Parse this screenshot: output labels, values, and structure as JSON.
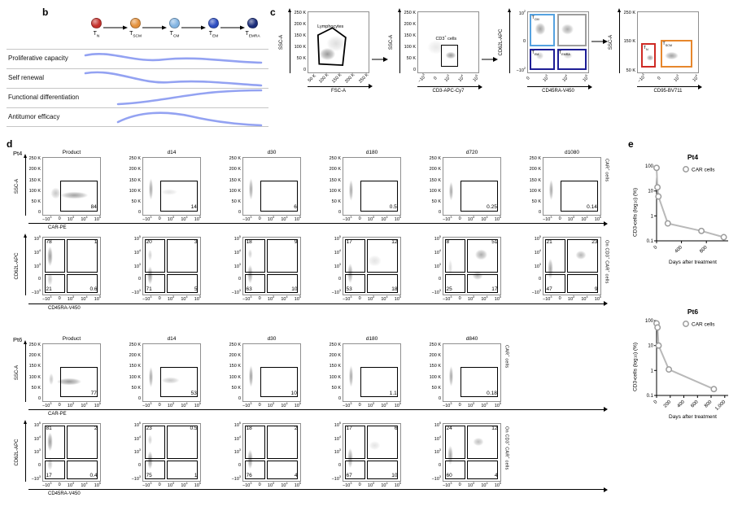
{
  "labels": {
    "b": "b",
    "c": "c",
    "d": "d",
    "e": "e"
  },
  "panel_b": {
    "cells": [
      {
        "label": "T~N~",
        "color": "#c4302b"
      },
      {
        "label": "T~SCM~",
        "color": "#e3903b"
      },
      {
        "label": "T~CM~",
        "color": "#82b4e2"
      },
      {
        "label": "T~EM~",
        "color": "#2d4dc0"
      },
      {
        "label": "T~EMRA~",
        "color": "#1b2d7a"
      }
    ],
    "attributes": [
      "Proliferative capacity",
      "Self renewal",
      "Functional differentiation",
      "Antitumor efficacy"
    ]
  },
  "panel_c": {
    "plots": [
      {
        "ylabel": "SSC-A",
        "xlabel": "FSC-A",
        "yticks": [
          "250 K",
          "200 K",
          "150 K",
          "100 K",
          "50 K",
          "0"
        ],
        "xticks": [
          "50 K",
          "100 K",
          "150 K",
          "200 K",
          "250 K"
        ],
        "gate_label": "Lymphocytes"
      },
      {
        "ylabel": "SSC-A",
        "xlabel": "CD3-APC-Cy7",
        "yticks": [
          "250 K",
          "200 K",
          "150 K",
          "100 K",
          "50 K",
          "0"
        ],
        "xticks": [
          "−10^3^",
          "0",
          "10^3^",
          "10^4^",
          "10^5^"
        ],
        "gate_label": "CD3^+^ cells"
      },
      {
        "ylabel": "CD62L-APC",
        "xlabel": "CD45RA-V450",
        "yticks": [
          "10^2^",
          "0",
          "−10^2^"
        ],
        "xticks": [
          "0",
          "10^3^",
          "10^4^",
          "10^5^"
        ],
        "gates": [
          {
            "label": "T~CM~",
            "color": "#55a2e0"
          },
          {
            "label": "",
            "color": "#9d9d9d"
          },
          {
            "label": "T~EM~",
            "color": "#1e1e96"
          },
          {
            "label": "T~EMRA~",
            "color": "#1e1e96"
          }
        ]
      },
      {
        "ylabel": "SSC-A",
        "xlabel": "CD95-BV711",
        "yticks": [
          "250 K",
          "150 K",
          "50 K"
        ],
        "xticks": [
          "−10^3^",
          "0",
          "10^3^",
          "10^4^"
        ],
        "gates": [
          {
            "label": "T~N~",
            "color": "#ce2a24"
          },
          {
            "label": "T~SCM~",
            "color": "#e7872c"
          }
        ]
      }
    ]
  },
  "panel_d": {
    "groups": [
      {
        "patient": "Pt4",
        "columns": [
          "Product",
          "d14",
          "d30",
          "d180",
          "d720",
          "d1080"
        ],
        "car_row": {
          "ylabel": "SSC-A",
          "xlabel": "CAR-PE",
          "side_label": "CAR^+^ cells",
          "yticks": [
            "250 K",
            "200 K",
            "150 K",
            "100 K",
            "50 K",
            "0"
          ],
          "xticks": [
            "−10^3^",
            "0",
            "10^3^",
            "10^4^",
            "10^5^"
          ],
          "gate_pcts": [
            "84",
            "14",
            "6",
            "0.5",
            "0.25",
            "0.14"
          ]
        },
        "memory_row": {
          "ylabel": "CD62L-APC",
          "xlabel": "CD45RA-V450",
          "side_label": "On CD3^+^ CAR^+^ cells",
          "yticks": [
            "10^5^",
            "10^4^",
            "10^3^",
            "0",
            "−10^3^"
          ],
          "xticks": [
            "−10^3^",
            "0",
            "10^3^",
            "10^4^",
            "10^5^"
          ],
          "quadrants": [
            [
              "78",
              "1",
              "21",
              "0.6"
            ],
            [
              "20",
              "3",
              "71",
              "5"
            ],
            [
              "18",
              "9",
              "63",
              "10"
            ],
            [
              "17",
              "12",
              "53",
              "18"
            ],
            [
              "8",
              "51",
              "25",
              "17"
            ],
            [
              "21",
              "23",
              "47",
              "9"
            ]
          ]
        }
      },
      {
        "patient": "Pt6",
        "columns": [
          "Product",
          "d14",
          "d30",
          "d180",
          "d840"
        ],
        "car_row": {
          "ylabel": "SSC-A",
          "xlabel": "CAR-PE",
          "side_label": "CAR^+^ cells",
          "yticks": [
            "250 K",
            "200 K",
            "150 K",
            "100 K",
            "50 K",
            "0"
          ],
          "xticks": [
            "−10^3^",
            "0",
            "10^3^",
            "10^4^",
            "10^5^"
          ],
          "gate_pcts": [
            "77",
            "53",
            "10",
            "1.1",
            "0.18"
          ]
        },
        "memory_row": {
          "ylabel": "CD62L-APC",
          "xlabel": "CD45RA-V450",
          "side_label": "On CD3^+^ CAR^+^ cells",
          "yticks": [
            "10^5^",
            "10^4^",
            "10^3^",
            "0",
            "−10^3^"
          ],
          "xticks": [
            "−10^3^",
            "0",
            "10^3^",
            "10^4^",
            "10^5^"
          ],
          "quadrants": [
            [
              "81",
              "2",
              "17",
              "0.4"
            ],
            [
              "23",
              "0.5",
              "75",
              "1"
            ],
            [
              "18",
              "2",
              "76",
              "4"
            ],
            [
              "17",
              "6",
              "67",
              "10"
            ],
            [
              "24",
              "12",
              "60",
              "4"
            ]
          ]
        }
      }
    ]
  },
  "chart_data": [
    {
      "type": "line",
      "title": "Pt4",
      "legend": [
        "CAR cells"
      ],
      "xlabel": "Days after treatment",
      "ylabel": "CD3^+^ cells (log~10~) (%)",
      "series": [
        {
          "name": "CAR cells",
          "x": [
            0,
            14,
            30,
            180,
            720,
            1080
          ],
          "y": [
            84,
            14,
            6,
            0.5,
            0.25,
            0.14
          ]
        }
      ],
      "xlim": [
        0,
        1150
      ],
      "ylim_log": [
        0.1,
        100
      ],
      "xtick_values": [
        0,
        400,
        800
      ],
      "xtick_labels": [
        "0",
        "400",
        "800"
      ],
      "ytick_values": [
        100,
        10,
        1,
        0.1
      ],
      "ytick_labels": [
        "100",
        "10",
        "1",
        "0.1"
      ],
      "ylog": true,
      "grid": false,
      "legend_position": "top-right"
    },
    {
      "type": "line",
      "title": "Pt6",
      "legend": [
        "CAR cells"
      ],
      "xlabel": "Days after treatment",
      "ylabel": "CD3^+^ cells (log~10~) (%)",
      "series": [
        {
          "name": "CAR cells",
          "x": [
            0,
            14,
            30,
            180,
            840
          ],
          "y": [
            77,
            53,
            10,
            1.1,
            0.18
          ]
        }
      ],
      "xlim": [
        0,
        1050
      ],
      "ylim_log": [
        0.1,
        100
      ],
      "xtick_values": [
        0,
        200,
        400,
        600,
        800,
        1000
      ],
      "xtick_labels": [
        "0",
        "200",
        "400",
        "600",
        "800",
        "1,000"
      ],
      "ytick_values": [
        100,
        10,
        1,
        0.1
      ],
      "ytick_labels": [
        "100",
        "10",
        "1",
        "0.1"
      ],
      "ylog": true,
      "grid": false,
      "legend_position": "top-right"
    }
  ]
}
